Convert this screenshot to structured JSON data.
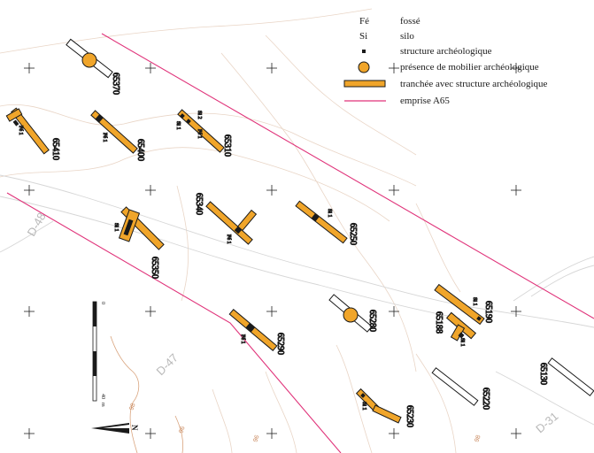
{
  "colors": {
    "orange": "#f0a52a",
    "pink": "#e0337a",
    "contour": "#e9d5c6",
    "contour_dark": "#c8865a",
    "road": "#cfcfcf",
    "black": "#1a1a1a"
  },
  "legend": {
    "items": [
      {
        "symbol": "Fé",
        "label": "fossé"
      },
      {
        "symbol": "Si",
        "label": "silo"
      },
      {
        "symbol": "structure-icon",
        "label": "structure archéologique"
      },
      {
        "symbol": "mobilier-icon",
        "label": "présence de mobilier archéologique"
      },
      {
        "symbol": "trench-icon",
        "label": "tranchée avec structure archéologique"
      },
      {
        "symbol": "emprise-icon",
        "label": "emprise A65"
      }
    ]
  },
  "trenches": {
    "t65370": {
      "number": "65370"
    },
    "t65410": {
      "number": "65410",
      "tags": [
        "Fé 1"
      ]
    },
    "t65400": {
      "number": "65400",
      "tags": [
        "Fé 1"
      ]
    },
    "t65310": {
      "number": "65310",
      "tags": [
        "Si 2",
        "Fé 1",
        "Si 1"
      ]
    },
    "t65340": {
      "number": "65340",
      "tags": [
        "Fé 1"
      ]
    },
    "t65350": {
      "number": "65350",
      "tags": [
        "Si 1"
      ]
    },
    "t65250": {
      "number": "65250",
      "tags": [
        "Si 1"
      ]
    },
    "t65290": {
      "number": "65290",
      "tags": [
        "Fé 1"
      ]
    },
    "t65280": {
      "number": "65280"
    },
    "t65188": {
      "number": "65188",
      "tags": [
        "Si 1"
      ]
    },
    "t65190": {
      "number": "65190",
      "tags": [
        "Si 1"
      ]
    },
    "t65220": {
      "number": "65220"
    },
    "t65230": {
      "number": "65230",
      "tags": [
        "Si 1"
      ]
    },
    "t65130": {
      "number": "65130"
    }
  },
  "roads": [
    "D-48",
    "D-47",
    "D-31"
  ],
  "scale_bar": {
    "start": "0",
    "end": "40",
    "unit": "m"
  },
  "north_label": "N",
  "contour_labels": [
    "98",
    "96",
    "96",
    "98"
  ]
}
